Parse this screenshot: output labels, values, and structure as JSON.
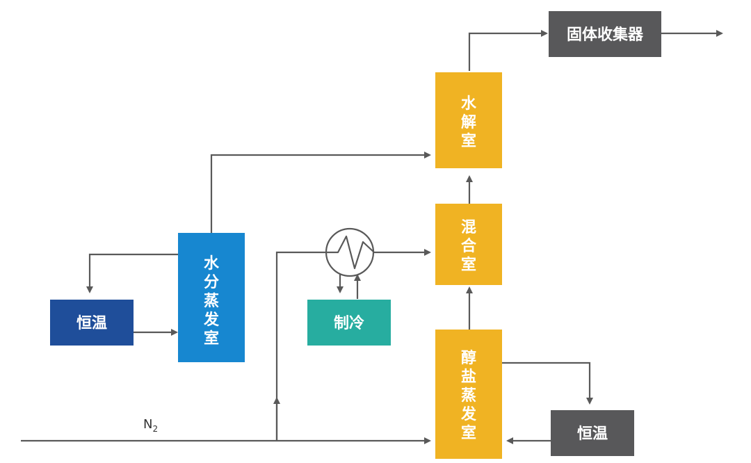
{
  "colors": {
    "gold": "#F0B323",
    "blue": "#1787D0",
    "navy": "#1F4E9A",
    "teal": "#27ADA0",
    "gray": "#58585A",
    "line": "#595959"
  },
  "boxes": {
    "solid_collector": {
      "label": "固体收集器"
    },
    "hydrolysis": {
      "label": "水解室"
    },
    "mixing": {
      "label": "混合室"
    },
    "salt_evap": {
      "label": "醇盐蒸发室"
    },
    "water_evap": {
      "label": "水分蒸发室"
    },
    "thermostat_left": {
      "label": "恒温"
    },
    "thermostat_right": {
      "label": "恒温"
    },
    "cooling": {
      "label": "制冷"
    }
  },
  "labels": {
    "n2_main": "N",
    "n2_sub": "2"
  },
  "icons": {
    "heat_exchanger": "heat-exchanger-icon"
  }
}
